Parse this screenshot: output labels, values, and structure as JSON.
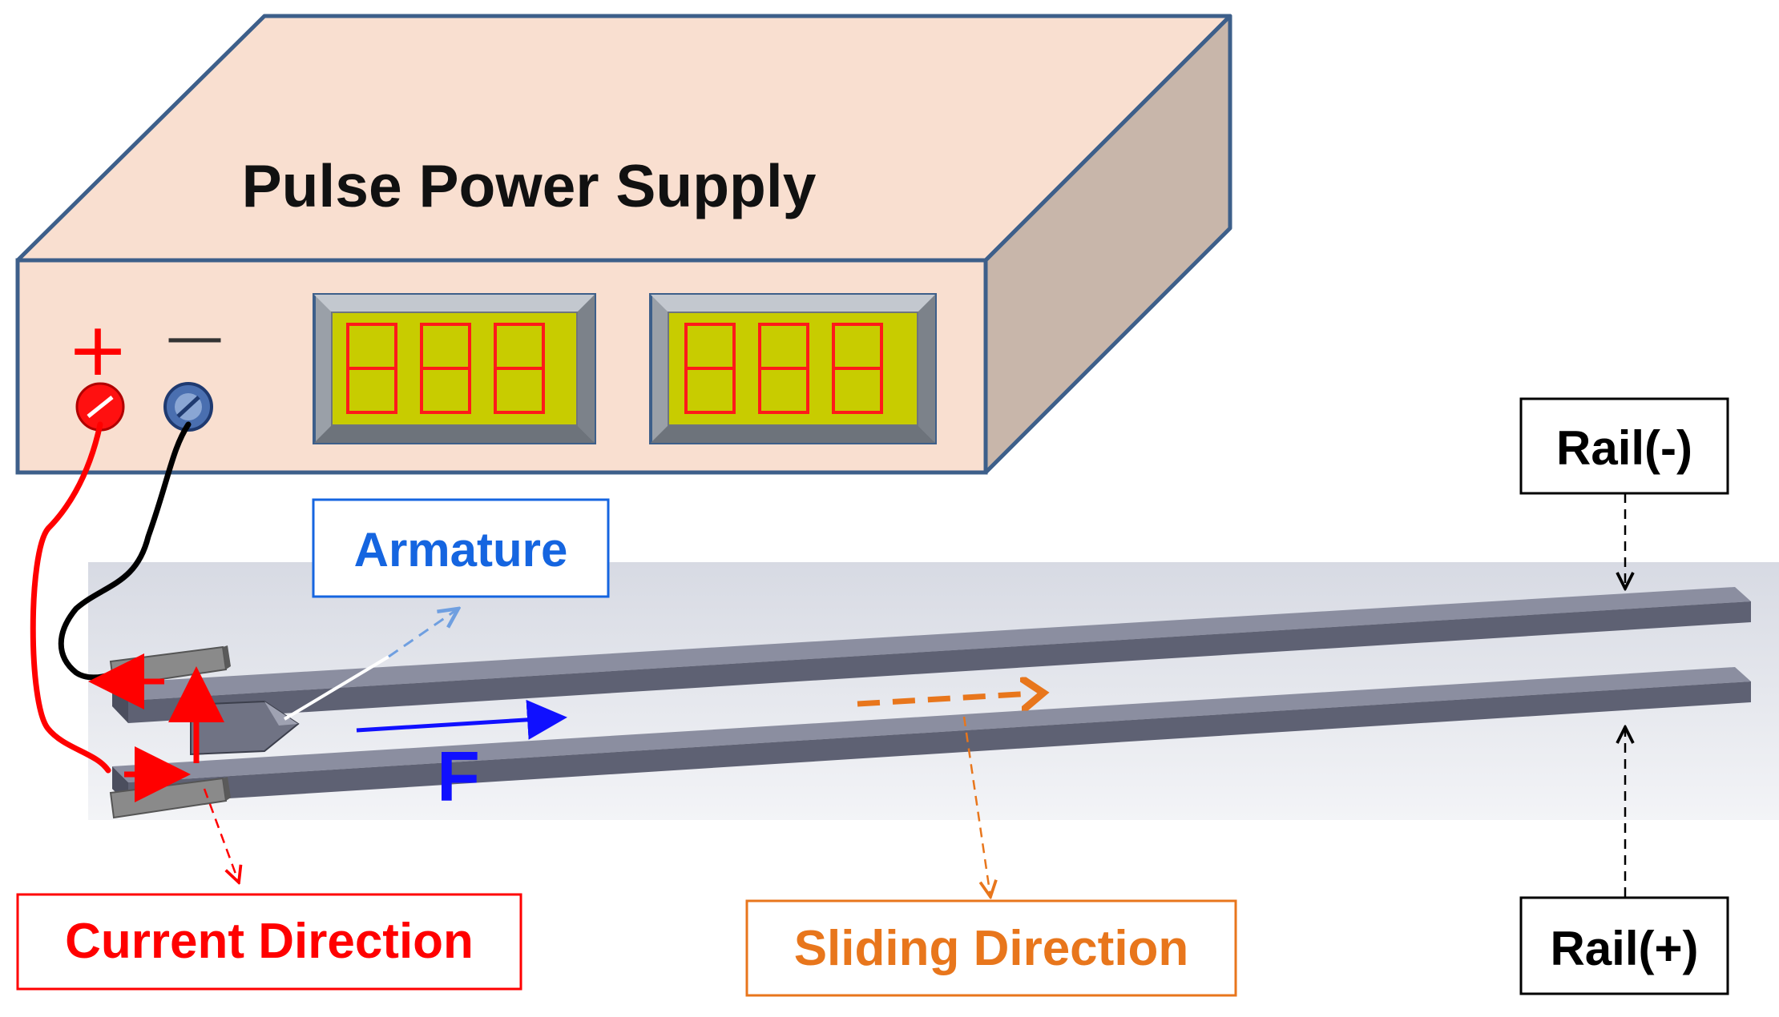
{
  "supply": {
    "title": "Pulse Power Supply",
    "plus_symbol": "+",
    "minus_symbol": "—",
    "display_1": "888",
    "display_2": "888"
  },
  "labels": {
    "armature": "Armature",
    "force": "F",
    "current_direction": "Current Direction",
    "sliding_direction": "Sliding Direction",
    "rail_negative": "Rail(-)",
    "rail_positive": "Rail(+)"
  },
  "colors": {
    "box_face": "#f9dfd0",
    "box_side": "#c8b6aa",
    "box_outline": "#3d5f8a",
    "display_bg": "#c8cc00",
    "segment": "#ff1a1a",
    "rail": "#5e6173",
    "current": "#ff0000",
    "force": "#1010ff",
    "armature_label": "#1565e0",
    "sliding": "#e8761c",
    "neutral": "#000000"
  }
}
